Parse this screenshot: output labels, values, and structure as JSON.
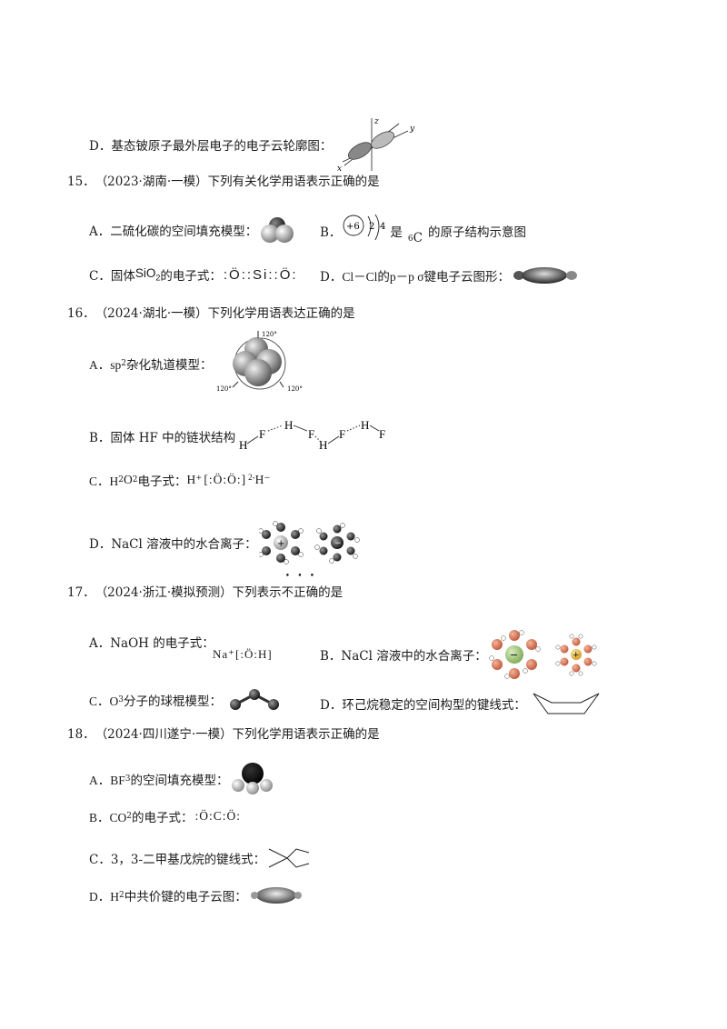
{
  "rows": {
    "q14d": "D．基态铍原子最外层电子的电子云轮廓图：",
    "q15": {
      "num": "15．",
      "src": "（2023·湖南·一模）",
      "stem": "下列有关化学用语表示正确的是",
      "a": "A．二硫化碳的空间填充模型：",
      "b": "B．",
      "b_tail": "是",
      "b_tail2": "的原子结构示意图",
      "c_pre": "C．固体",
      "c_sio2": "SiO",
      "c_sub": "2",
      "c_post": "的电子式：",
      "c_formula": ":Ö::Si::Ö:",
      "d_pre": "D．",
      "d_clcl": "Cl－Cl",
      "d_post": "的",
      "d_pp": "p－p σ",
      "d_post2": "键电子云图形："
    },
    "q16": {
      "num": "16．",
      "src": "（2024·湖北·一模）",
      "stem": "下列化学用语表达正确的是",
      "a_pre": "A．sp",
      "a_sup": "2",
      "a_post": "杂化轨道模型：",
      "b": "B．固体 HF 中的链状结构",
      "c_pre": "C．H",
      "c_sub1": "2",
      "c_mid": "O",
      "c_sub2": "2",
      "c_post": "电子式：",
      "d": "D．NaCl 溶液中的水合离子："
    },
    "q17": {
      "num": "17．",
      "src": "（2024·浙江·模拟预测）",
      "stem_pre": "下列表示",
      "stem_e1": "不",
      "stem_e2": "正",
      "stem_e3": "确",
      "stem_post": "的是",
      "a": "A．NaOH 的电子式：",
      "a_formula": "Na⁺[:Ö:H]",
      "b": "B．NaCl 溶液中的水合离子：",
      "c_pre": "C．O",
      "c_sub": "3",
      "c_post": "分子的球棍模型：",
      "d": "D．环己烷稳定的空间构型的键线式："
    },
    "q18": {
      "num": "18．",
      "src": "（2024·四川遂宁·一模）",
      "stem": "下列化学用语表示正确的是",
      "a_pre": "A．BF",
      "a_sub": "3",
      "a_post": "的空间填充模型：",
      "b_pre": "B．CO",
      "b_sub": "2",
      "b_post": "的电子式：",
      "b_formula": ":Ö:C:Ö:",
      "c": "C．3，3-二甲基戊烷的键线式：",
      "d_pre": "D．H",
      "d_sub": "2",
      "d_post": "中共价键的电子云图："
    }
  },
  "diagram_labels": {
    "axis_z": "z",
    "axis_y": "y",
    "axis_x": "x",
    "nucleus": "+6",
    "shell1": "2",
    "shell2": "4",
    "carbon_sub": "6",
    "carbon": "C",
    "angle1": "120°",
    "angle2": "120°",
    "angle3": "120°",
    "h": "H",
    "f": "F",
    "h2o2_h1": "H⁺",
    "h2o2_core": "[:Ö:Ö:]",
    "h2o2_charge": "2-",
    "h2o2_h2": "H⁻",
    "ion_plus": "+",
    "ion_minus": "−"
  }
}
